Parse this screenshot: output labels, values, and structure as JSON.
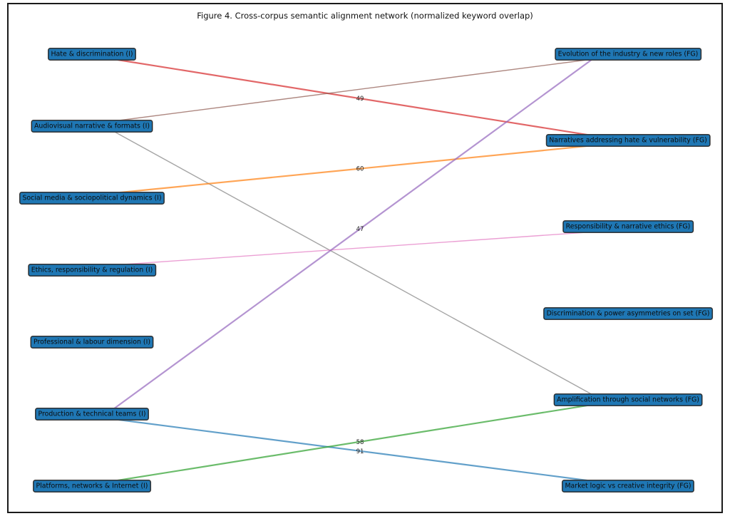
{
  "figure": {
    "title": "Figure 4. Cross-corpus semantic alignment network (normalized keyword overlap)"
  },
  "chart_data": {
    "type": "bipartite-network",
    "title": "Figure 4. Cross-corpus semantic alignment network (normalized keyword overlap)",
    "node_color": "#1f77b4",
    "left_nodes": [
      {
        "id": "hate",
        "label": "Hate & discrimination (I)"
      },
      {
        "id": "audiovisual",
        "label": "Audiovisual narrative & formats (I)"
      },
      {
        "id": "social",
        "label": "Social media & sociopolitical dynamics (I)"
      },
      {
        "id": "ethics",
        "label": "Ethics, responsibility & regulation (I)"
      },
      {
        "id": "professional",
        "label": "Professional & labour dimension (I)"
      },
      {
        "id": "production",
        "label": "Production & technical teams (I)"
      },
      {
        "id": "platforms",
        "label": "Platforms, networks & Internet (I)"
      }
    ],
    "right_nodes": [
      {
        "id": "evolution",
        "label": "Evolution of the industry & new roles (FG)"
      },
      {
        "id": "narratives",
        "label": "Narratives addressing hate & vulnerability (FG)"
      },
      {
        "id": "responsibility",
        "label": "Responsibility & narrative ethics (FG)"
      },
      {
        "id": "discrimination",
        "label": "Discrimination & power asymmetries on set (FG)"
      },
      {
        "id": "amplification",
        "label": "Amplification through social networks (FG)"
      },
      {
        "id": "market",
        "label": "Market logic vs creative integrity (FG)"
      }
    ],
    "edges": [
      {
        "source": "hate",
        "target": "narratives",
        "label": "49",
        "color": "#d62728"
      },
      {
        "source": "audiovisual",
        "target": "evolution",
        "label": "",
        "color": "#8c564b"
      },
      {
        "source": "audiovisual",
        "target": "amplification",
        "label": "",
        "color": "#7f7f7f"
      },
      {
        "source": "social",
        "target": "narratives",
        "label": "60",
        "color": "#ff7f0e"
      },
      {
        "source": "ethics",
        "target": "responsibility",
        "label": "",
        "color": "#e377c2"
      },
      {
        "source": "production",
        "target": "evolution",
        "label": "47",
        "color": "#9467bd"
      },
      {
        "source": "production",
        "target": "market",
        "label": "91",
        "color": "#1f77b4"
      },
      {
        "source": "platforms",
        "target": "amplification",
        "label": "58",
        "color": "#2ca02c"
      }
    ]
  }
}
